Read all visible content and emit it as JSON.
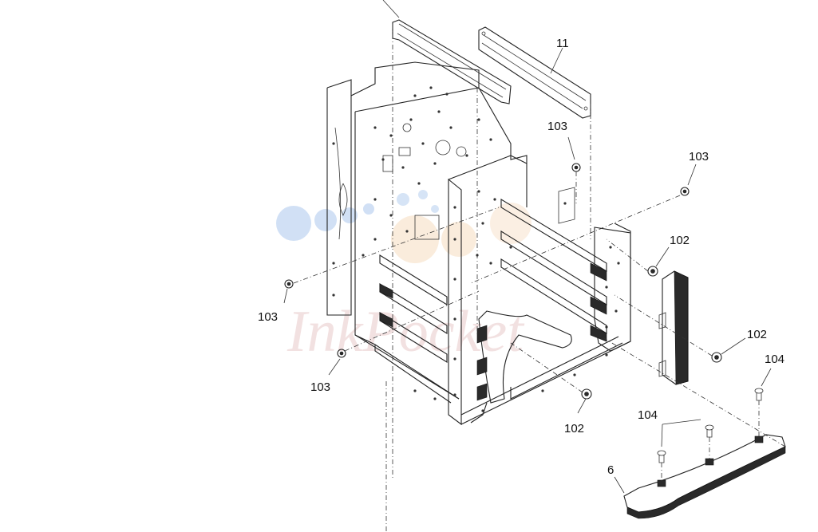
{
  "diagram": {
    "callouts": [
      {
        "id": "c11",
        "text": "11"
      },
      {
        "id": "c103a",
        "text": "103"
      },
      {
        "id": "c103b",
        "text": "103"
      },
      {
        "id": "c103c",
        "text": "103"
      },
      {
        "id": "c103d",
        "text": "103"
      },
      {
        "id": "c102a",
        "text": "102"
      },
      {
        "id": "c102b",
        "text": "102"
      },
      {
        "id": "c102c",
        "text": "102"
      },
      {
        "id": "c104a",
        "text": "104"
      },
      {
        "id": "c104b",
        "text": "104"
      },
      {
        "id": "c6",
        "text": "6"
      }
    ],
    "watermark": "InkPocket"
  },
  "colors": {
    "line": "#222222",
    "watermark_pink": "#e8c9c9",
    "watermark_blue": "#c5d8f2",
    "watermark_orange": "#f6dcc0"
  }
}
